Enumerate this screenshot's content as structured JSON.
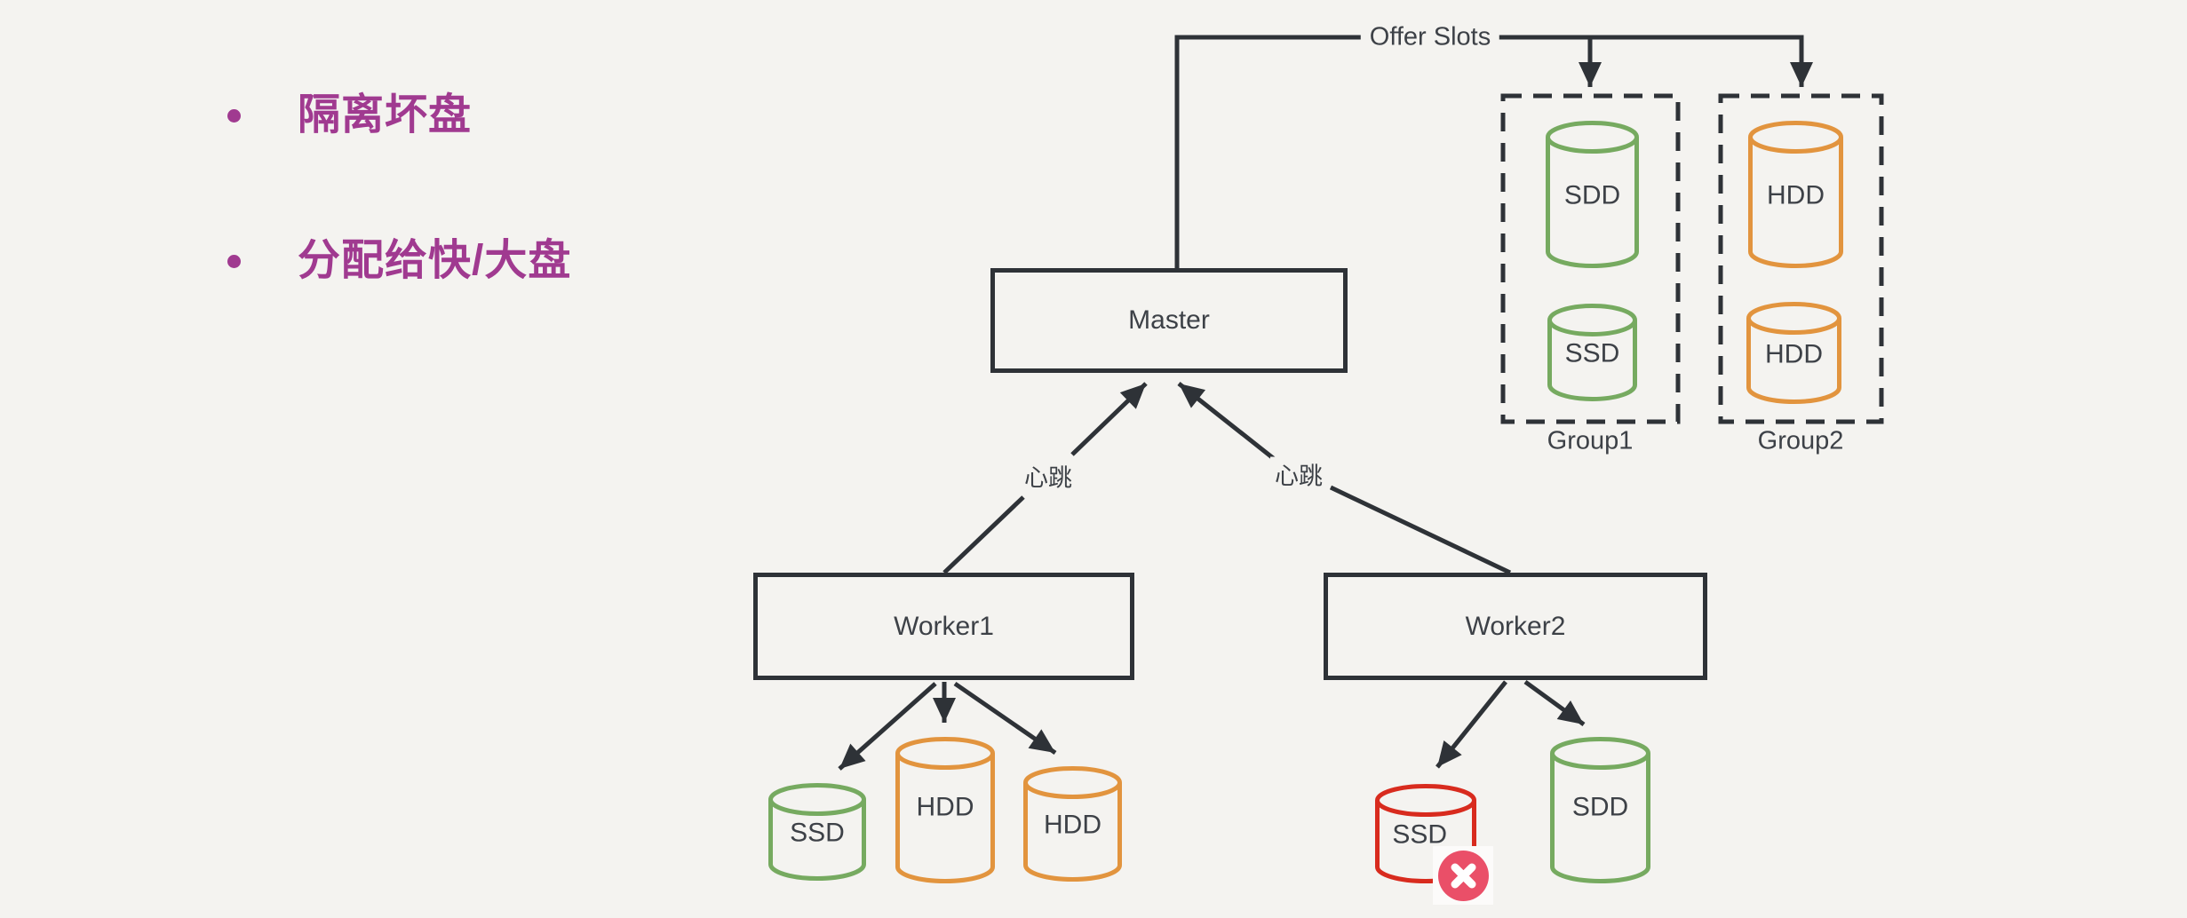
{
  "slide": {
    "background_color": "#f4f3f0",
    "bullets": {
      "color": "#a03a90",
      "items": [
        {
          "text": "隔离坏盘"
        },
        {
          "text": "分配给快/大盘"
        }
      ]
    },
    "diagram": {
      "offer_slots_label": "Offer Slots",
      "master_label": "Master",
      "worker1_label": "Worker1",
      "worker2_label": "Worker2",
      "heartbeat_labels": [
        "心跳",
        "心跳"
      ],
      "groups": [
        {
          "label": "Group1",
          "disks": [
            {
              "label": "SDD",
              "color": "green"
            },
            {
              "label": "SSD",
              "color": "green"
            }
          ]
        },
        {
          "label": "Group2",
          "disks": [
            {
              "label": "HDD",
              "color": "orange"
            },
            {
              "label": "HDD",
              "color": "orange"
            }
          ]
        }
      ],
      "worker1_disks": [
        {
          "label": "SSD",
          "color": "green"
        },
        {
          "label": "HDD",
          "color": "orange"
        },
        {
          "label": "HDD",
          "color": "orange"
        }
      ],
      "worker2_disks": [
        {
          "label": "SSD",
          "color": "red",
          "badge": "x-mark"
        },
        {
          "label": "SDD",
          "color": "green"
        }
      ],
      "colors": {
        "green": "#76aa60",
        "orange": "#e2943e",
        "red": "#d82b1e",
        "badge_pink": "#ea4f68",
        "line": "#2e3237",
        "text": "#3d4147"
      }
    }
  }
}
